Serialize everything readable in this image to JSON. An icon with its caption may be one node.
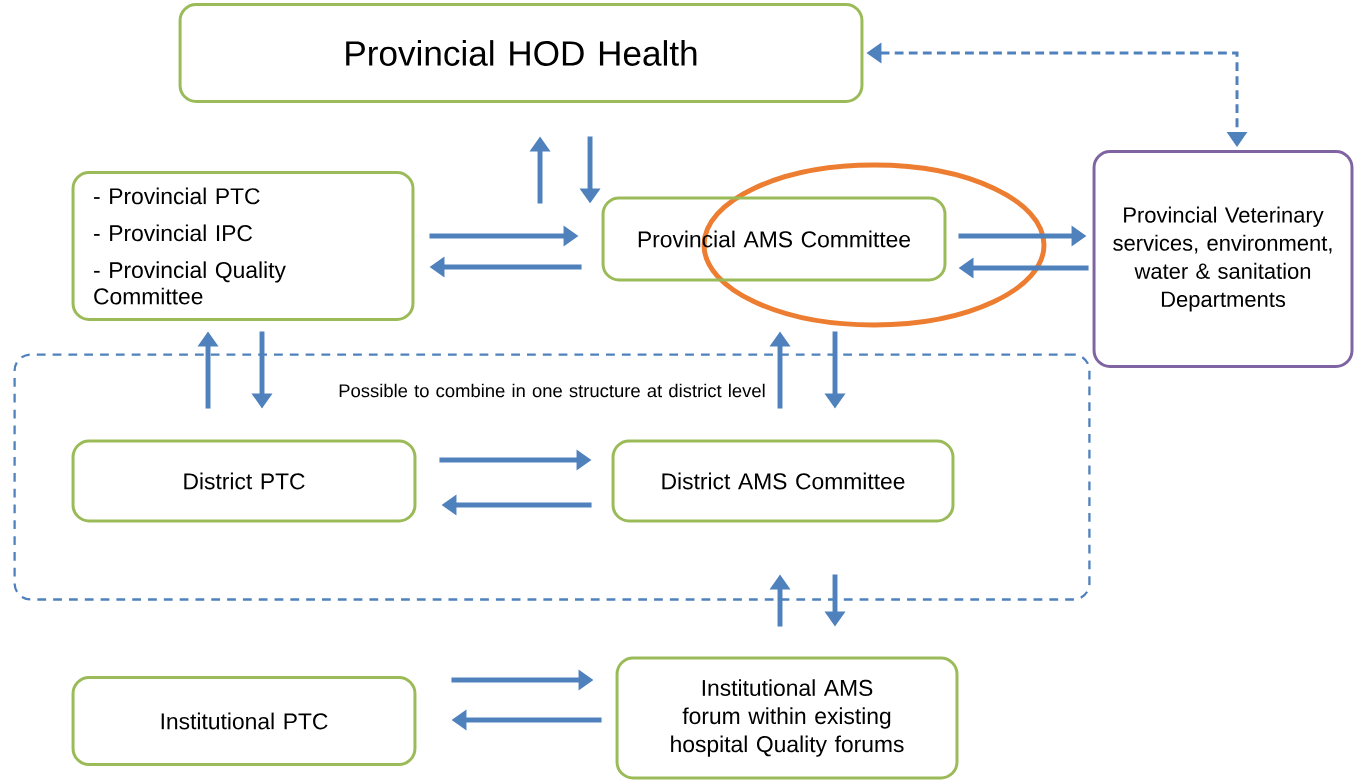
{
  "diagram": {
    "nodes": [
      {
        "text": [
          "Provincial HOD Health"
        ]
      },
      {
        "text": [
          "- Provincial PTC",
          "- Provincial IPC",
          "- Provincial Quality Committee"
        ]
      },
      {
        "text": [
          "Provincial AMS Committee"
        ]
      },
      {
        "text": [
          "Provincial Veterinary services, environment, water & sanitation Departments"
        ]
      },
      {
        "text": [
          "Possible to combine in one structure at district level"
        ]
      },
      {
        "text": [
          "District PTC"
        ],
        "in": 4
      },
      {
        "text": [
          "District AMS Committee"
        ],
        "in": 4
      },
      {
        "text": [
          "Institutional PTC"
        ]
      },
      {
        "text": [
          "Institutional AMS forum within existing hospital Quality forums"
        ]
      }
    ],
    "edges": [
      {
        "from": 2,
        "to": 0,
        "arrow": "to"
      },
      {
        "from": 0,
        "to": 2,
        "arrow": "to"
      },
      {
        "from": 0,
        "to": 3,
        "arrow": "both",
        "style": "dashed"
      },
      {
        "from": 1,
        "to": 2,
        "arrow": "to"
      },
      {
        "from": 2,
        "to": 1,
        "arrow": "to"
      },
      {
        "from": 2,
        "to": 3,
        "arrow": "to"
      },
      {
        "from": 3,
        "to": 2,
        "arrow": "to"
      },
      {
        "from": 5,
        "to": 1,
        "arrow": "to"
      },
      {
        "from": 1,
        "to": 5,
        "arrow": "to"
      },
      {
        "from": 6,
        "to": 2,
        "arrow": "to"
      },
      {
        "from": 2,
        "to": 6,
        "arrow": "to"
      },
      {
        "from": 5,
        "to": 6,
        "arrow": "to"
      },
      {
        "from": 6,
        "to": 5,
        "arrow": "to"
      },
      {
        "from": 8,
        "to": 6,
        "arrow": "to"
      },
      {
        "from": 6,
        "to": 8,
        "arrow": "to"
      },
      {
        "from": 7,
        "to": 8,
        "arrow": "to"
      },
      {
        "from": 8,
        "to": 7,
        "arrow": "to"
      }
    ]
  }
}
